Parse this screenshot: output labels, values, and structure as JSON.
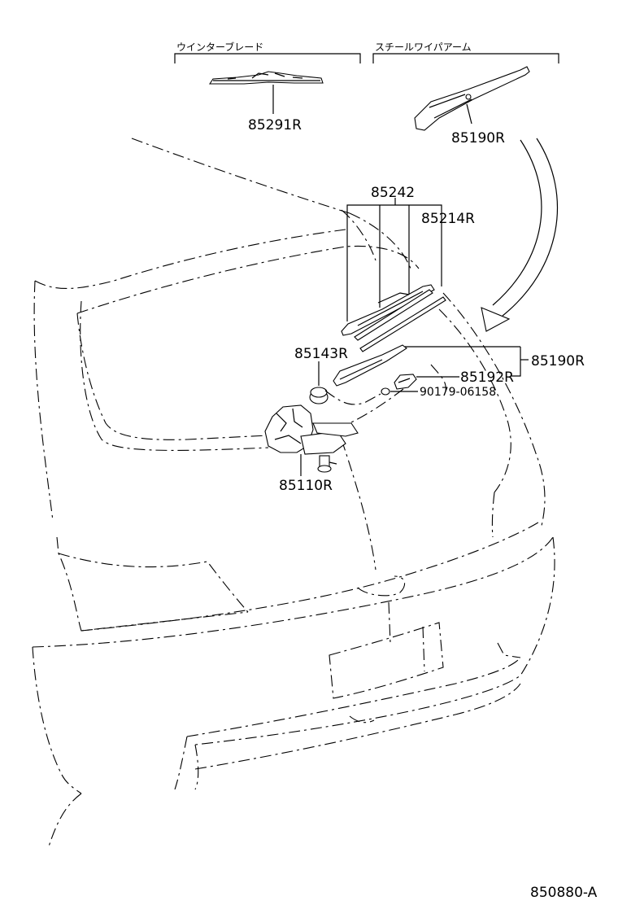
{
  "headers": {
    "winter_blade": "ウインターブレード",
    "steel_wiper_arm": "スチールワイパアーム"
  },
  "parts": {
    "p85291R": "85291R",
    "p85190R_top": "85190R",
    "p85242": "85242",
    "p85214R": "85214R",
    "p85143R": "85143R",
    "p85190R": "85190R",
    "p85192R": "85192R",
    "p90179": "90179-06158",
    "p85110R": "85110R"
  },
  "diagram_code": "850880-A"
}
